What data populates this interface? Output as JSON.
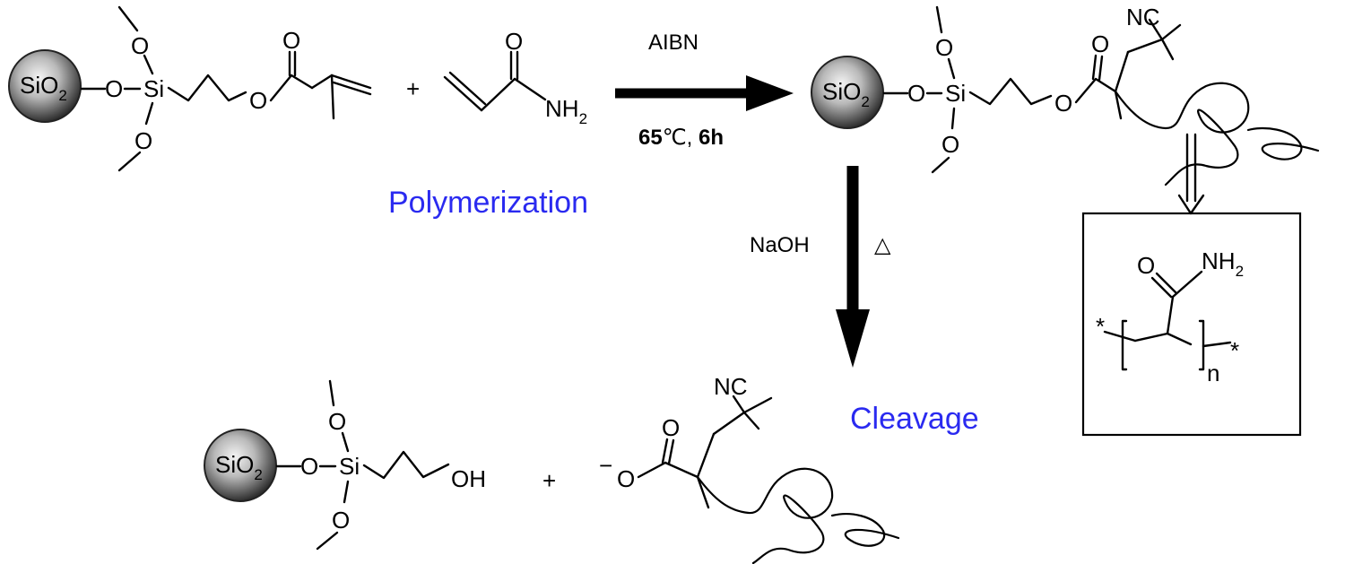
{
  "atoms": {
    "silica": "SiO",
    "silica_sub": "2",
    "si": "Si",
    "o": "O",
    "nh": "NH",
    "nh_sub": "2",
    "oh": "OH",
    "nc": "NC",
    "minus": "−",
    "plus": "+",
    "star": "*",
    "n": "n"
  },
  "arrows": {
    "polymerization_reagent": "AIBN",
    "polymerization_temp": "65",
    "polymerization_temp_unit": "℃, ",
    "polymerization_time": "6h",
    "cleavage_reagent": "NaOH",
    "cleavage_heat": "△"
  },
  "steps": {
    "polymerization": "Polymerization",
    "cleavage": "Cleavage"
  },
  "colors": {
    "step_label": "#2a2af0",
    "sphere_light": "#f2f2f2",
    "sphere_dark": "#3a3a3a"
  }
}
